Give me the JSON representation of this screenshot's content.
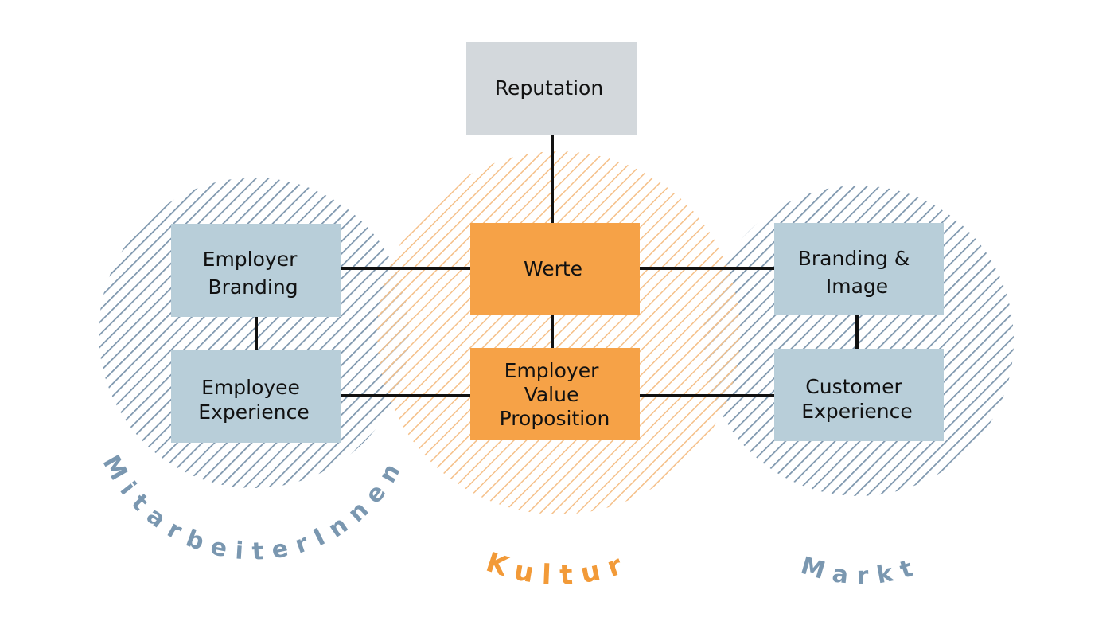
{
  "colors": {
    "blue_hatch": "#7d96ad",
    "orange_hatch": "#f5c089",
    "blue_box": "#b8ced9",
    "orange_box": "#f6a247",
    "grey_box": "#d3d8dc",
    "connector": "#111111",
    "blue_label": "#7a97b0",
    "orange_label": "#f29a38"
  },
  "circles": {
    "mitarbeiter": {
      "label": "MitarbeiterInnen"
    },
    "kultur": {
      "label": "Kultur"
    },
    "markt": {
      "label": "Markt"
    }
  },
  "boxes": {
    "reputation": {
      "lines": [
        "Reputation"
      ]
    },
    "employer_branding": {
      "lines": [
        "Employer",
        "Branding"
      ]
    },
    "employee_experience": {
      "lines": [
        "Employee",
        "Experience"
      ]
    },
    "werte": {
      "lines": [
        "Werte"
      ]
    },
    "evp": {
      "lines": [
        "Employer",
        "Value",
        "Proposition"
      ]
    },
    "branding_image": {
      "lines": [
        "Branding &",
        "Image"
      ]
    },
    "customer_experience": {
      "lines": [
        "Customer",
        "Experience"
      ]
    }
  }
}
